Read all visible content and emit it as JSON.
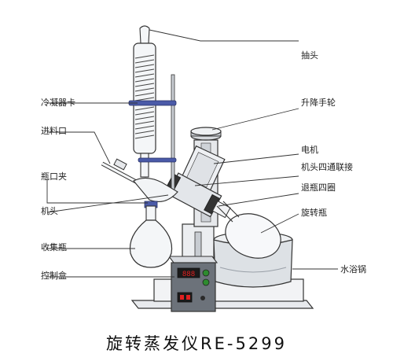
{
  "labels": {
    "chou_tou": "抽头",
    "leng_ning_qi_ka": "冷凝器卡",
    "jin_liao_kou": "进料口",
    "ping_kou_jia": "瓶口夹",
    "ji_tou": "机头",
    "shou_ji_ping": "收集瓶",
    "kong_zhi_he": "控制盒",
    "sheng_jiang_shou_lun": "升降手轮",
    "dian_ji": "电机",
    "ji_tou_si_tong_lian_jie": "机头四通联接",
    "tui_ping_si_quan": "退瓶四圈",
    "xuan_zhuan_ping": "旋转瓶",
    "shui_yu_guo": "水浴锅"
  },
  "caption": "旋转蒸发仪RE-5299",
  "colors": {
    "line": "#333333",
    "glass": "#f4f6f8",
    "panel": "#5a5f66",
    "display": "#e02020",
    "knob": "#2e8b2e",
    "clip": "#4a5aa8",
    "bath": "#d9dde2"
  }
}
